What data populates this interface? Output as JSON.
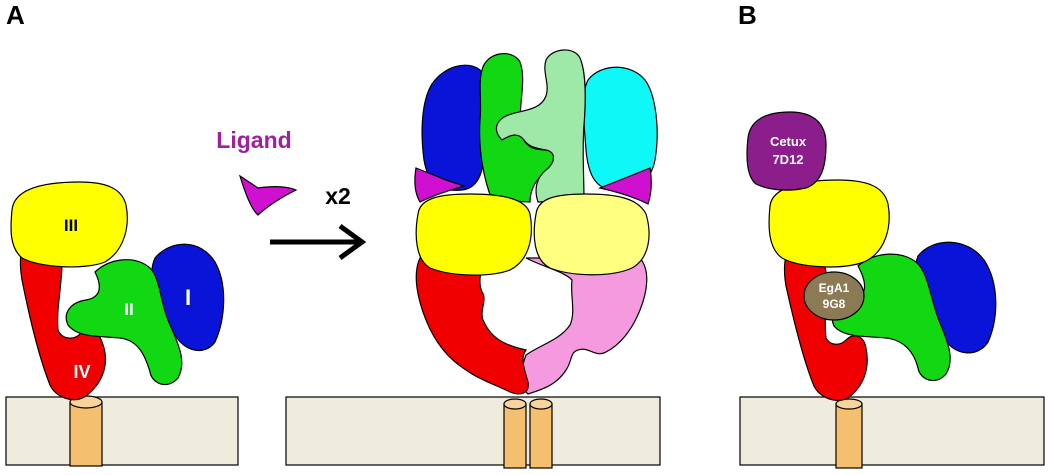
{
  "panels": {
    "a_label": "A",
    "b_label": "B"
  },
  "monomer": {
    "domain_i": "I",
    "domain_ii": "II",
    "domain_iii": "III",
    "domain_iv": "IV"
  },
  "ligand": {
    "label": "Ligand",
    "multiplier": "x2"
  },
  "antibodies": {
    "cetux_line1": "Cetux",
    "cetux_line2": "7D12",
    "ega1_line1": "EgA1",
    "ega1_line2": "9G8"
  },
  "colors": {
    "domain_i": "#0a14d8",
    "domain_ii": "#12d814",
    "domain_iii": "#ffff00",
    "domain_iv": "#f00000",
    "domain_i_light": "#0ef8f8",
    "domain_ii_light": "#9ee8a8",
    "domain_iii_light": "#ffff80",
    "domain_iv_light": "#f69ae0",
    "ligand": "#d010d0",
    "ligand_text": "#a020a0",
    "cetux": "#8c1e8c",
    "ega1": "#8c7a55",
    "membrane": "#efebdd",
    "tm_helix": "#f4c070"
  }
}
